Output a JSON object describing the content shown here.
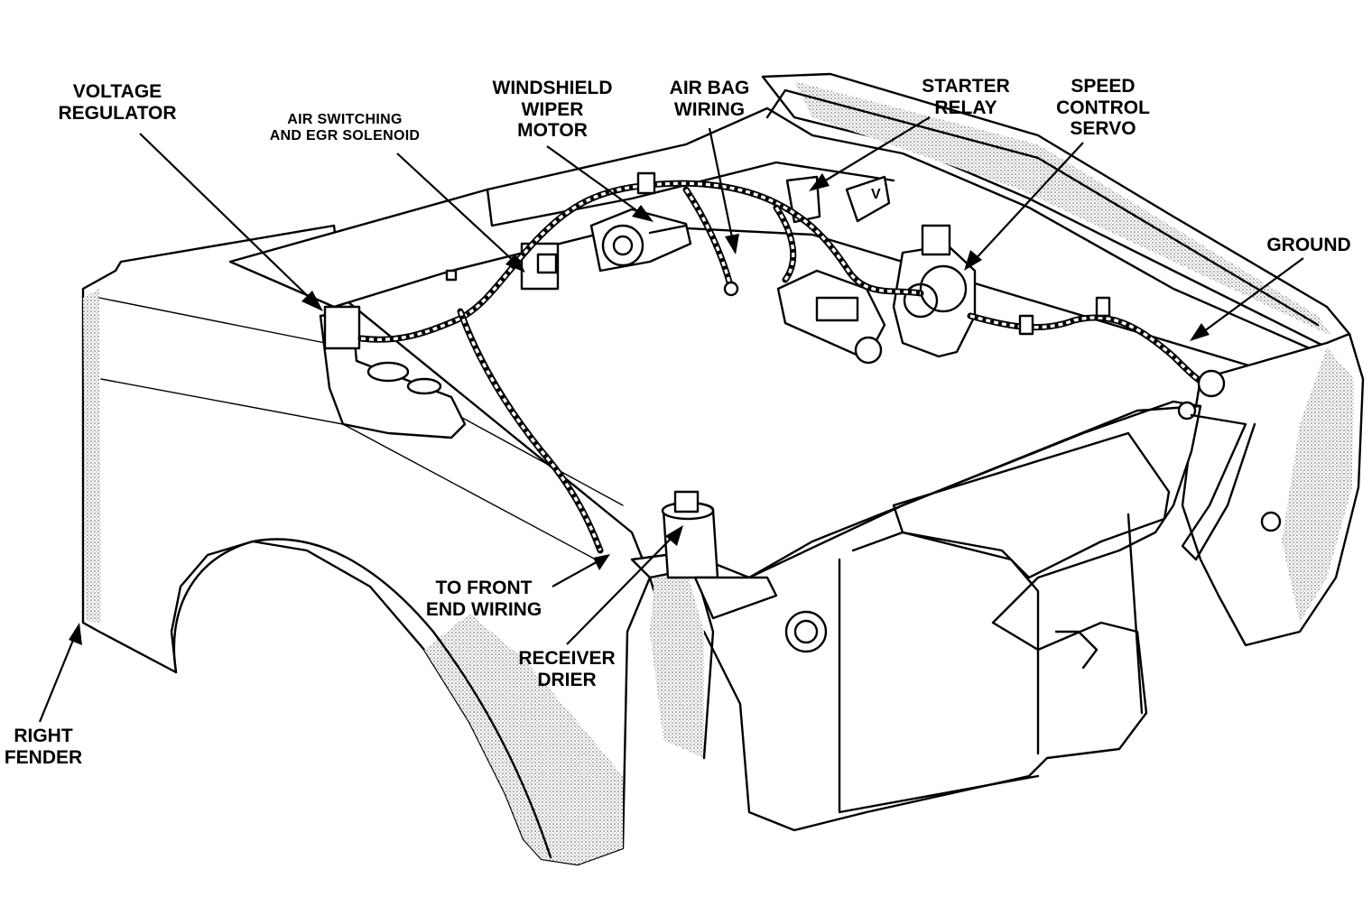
{
  "labels": {
    "voltage_regulator": [
      "VOLTAGE",
      "REGULATOR"
    ],
    "air_switching": [
      "AIR SWITCHING",
      "AND EGR SOLENOID"
    ],
    "wiper_motor": [
      "WINDSHIELD",
      "WIPER",
      "MOTOR"
    ],
    "air_bag": [
      "AIR BAG",
      "WIRING"
    ],
    "starter_relay": [
      "STARTER",
      "RELAY"
    ],
    "speed_control": [
      "SPEED",
      "CONTROL",
      "SERVO"
    ],
    "ground": [
      "GROUND"
    ],
    "front_end": [
      "TO FRONT",
      "END WIRING"
    ],
    "receiver_drier": [
      "RECEIVER",
      "DRIER"
    ],
    "right_fender": [
      "RIGHT",
      "FENDER"
    ]
  },
  "colors": {
    "ink": "#000000",
    "paper": "#ffffff",
    "shade": "#9a9a9a"
  }
}
